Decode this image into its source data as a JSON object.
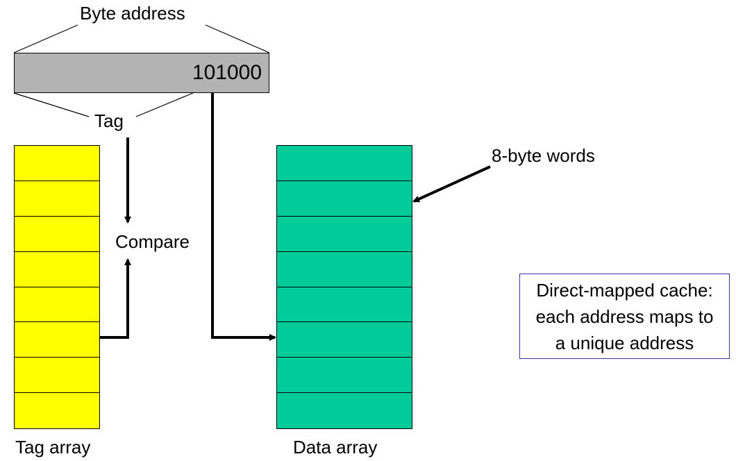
{
  "labels": {
    "byte_address": "Byte address",
    "address_value": "101000",
    "tag": "Tag",
    "compare": "Compare",
    "eight_byte_words": "8-byte words",
    "tag_array": "Tag array",
    "data_array": "Data array"
  },
  "note": {
    "lines": [
      "Direct-mapped cache:",
      "each address maps to",
      "a unique address"
    ]
  },
  "tag_array": {
    "rows": 8,
    "color": "#ffff00"
  },
  "data_array": {
    "rows": 8,
    "color": "#00cc99"
  },
  "colors": {
    "address_box": "#b3b3b3",
    "note_border": "#3333aa"
  }
}
